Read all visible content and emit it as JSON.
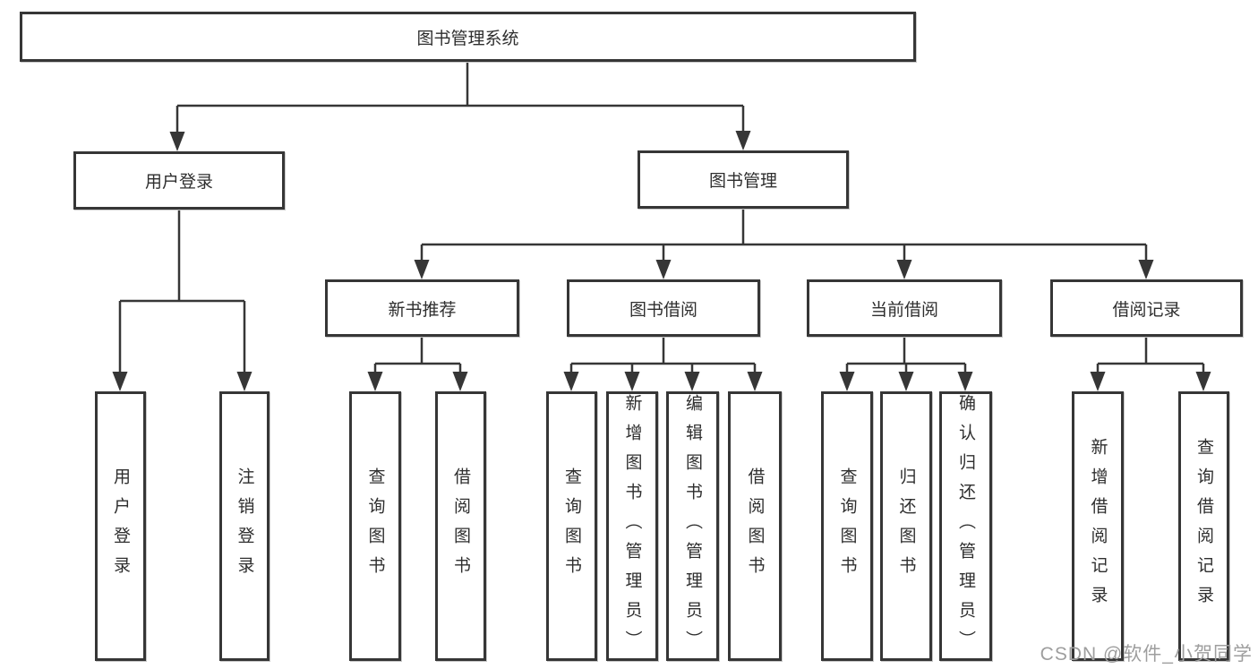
{
  "nodes": {
    "root": "图书管理系统",
    "user_login": "用户登录",
    "book_mgmt": "图书管理",
    "new_book_rec": "新书推荐",
    "book_borrow": "图书借阅",
    "current_borrow": "当前借阅",
    "borrow_records": "借阅记录",
    "leaf_user_login": "用户登录",
    "leaf_logout": "注销登录",
    "leaf_nb_query": "查询图书",
    "leaf_nb_borrow": "借阅图书",
    "leaf_bb_query": "查询图书",
    "leaf_bb_add": "新增图书（管理员）",
    "leaf_bb_edit": "编辑图书（管理员）",
    "leaf_bb_borrow": "借阅图书",
    "leaf_cb_query": "查询图书",
    "leaf_cb_return": "归还图书",
    "leaf_cb_confirm": "确认归还（管理员）",
    "leaf_br_add": "新增借阅记录",
    "leaf_br_query": "查询借阅记录"
  },
  "watermark": {
    "text": "CSDN @软件_小贺同学"
  },
  "colors": {
    "line": "#363636",
    "box_border": "#363636",
    "text": "#2e2e2e",
    "watermark": "#9e9e9e",
    "background": "#ffffff"
  }
}
